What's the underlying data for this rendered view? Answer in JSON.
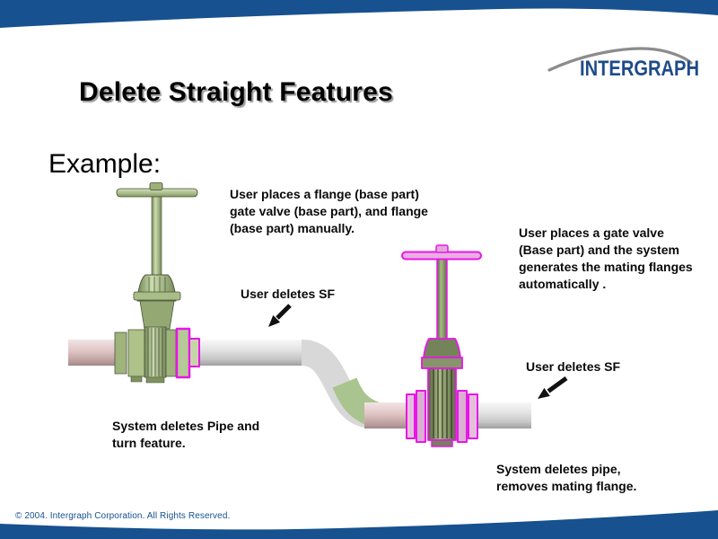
{
  "slide": {
    "title": "Delete Straight Features",
    "example_label": "Example:",
    "footer": "© 2004.  Intergraph Corporation. All Rights Reserved.",
    "logo_text": "INTERGRAPH"
  },
  "annotations": {
    "place_manual": "User places a flange (base part)\ngate valve (base part), and flange\n(base part) manually.",
    "place_auto": "User places a gate valve\n(Base part) and the system\ngenerates the mating flanges\nautomatically .",
    "user_deletes_sf_left": "User deletes SF",
    "user_deletes_sf_right": "User deletes SF",
    "system_deletes_left": "System deletes Pipe and\nturn feature.",
    "system_deletes_right": "System deletes pipe,\nremoves mating flange."
  },
  "colors": {
    "band_blue": "#17518f",
    "logo_blue": "#1e4b8a",
    "swoosh_gray": "#8c8c8c",
    "magenta": "#e816e8",
    "valve_green": "#aec289",
    "valve_olive": "#75835a",
    "pipe_gray": "#d9d9d9",
    "pipe_pink": "#dfc4c4",
    "bend_green": "#a9c48f",
    "text_black": "#0a0a0a"
  }
}
